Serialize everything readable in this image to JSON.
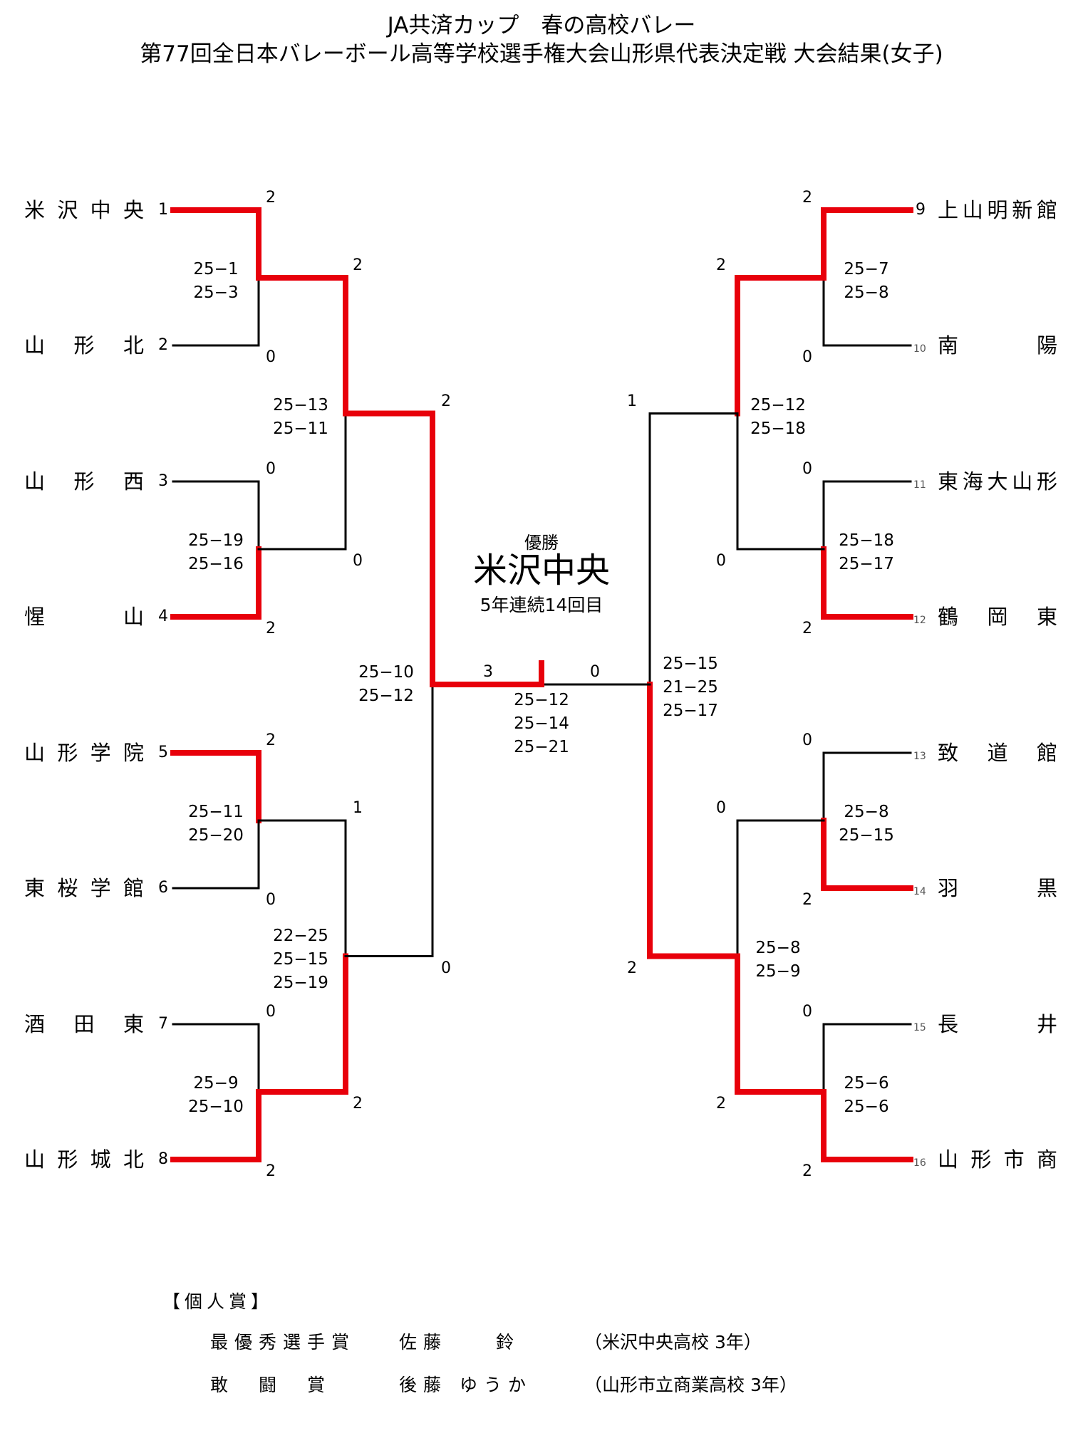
{
  "title": {
    "line1": "JA共済カップ　春の高校バレー",
    "line2": "第77回全日本バレーボール高等学校選手権大会山形県代表決定戦 大会結果(女子)"
  },
  "colors": {
    "win": "#e8000b",
    "lose": "#000000"
  },
  "teams": [
    {
      "seed": "1",
      "name": [
        "米",
        "沢",
        "中",
        "央"
      ]
    },
    {
      "seed": "2",
      "name": [
        "山",
        "形",
        "北"
      ]
    },
    {
      "seed": "3",
      "name": [
        "山",
        "形",
        "西"
      ]
    },
    {
      "seed": "4",
      "name": [
        "惺",
        "山"
      ]
    },
    {
      "seed": "5",
      "name": [
        "山",
        "形",
        "学",
        "院"
      ]
    },
    {
      "seed": "6",
      "name": [
        "東",
        "桜",
        "学",
        "館"
      ]
    },
    {
      "seed": "7",
      "name": [
        "酒",
        "田",
        "東"
      ]
    },
    {
      "seed": "8",
      "name": [
        "山",
        "形",
        "城",
        "北"
      ]
    },
    {
      "seed": "9",
      "name": [
        "上",
        "山",
        "明",
        "新",
        "館"
      ]
    },
    {
      "seed": "10",
      "name": [
        "南",
        "陽"
      ]
    },
    {
      "seed": "11",
      "name": [
        "東",
        "海",
        "大",
        "山",
        "形"
      ]
    },
    {
      "seed": "12",
      "name": [
        "鶴",
        "岡",
        "東"
      ]
    },
    {
      "seed": "13",
      "name": [
        "致",
        "道",
        "館"
      ]
    },
    {
      "seed": "14",
      "name": [
        "羽",
        "黒"
      ]
    },
    {
      "seed": "15",
      "name": [
        "長",
        "井"
      ]
    },
    {
      "seed": "16",
      "name": [
        "山",
        "形",
        "市",
        "商"
      ]
    }
  ],
  "matches": {
    "r1": [
      {
        "top_sets": "2",
        "bottom_sets": "0",
        "winner": "top",
        "scores": [
          "25−1",
          "25−3"
        ]
      },
      {
        "top_sets": "0",
        "bottom_sets": "2",
        "winner": "bottom",
        "scores": [
          "25−19",
          "25−16"
        ]
      },
      {
        "top_sets": "2",
        "bottom_sets": "0",
        "winner": "top",
        "scores": [
          "25−11",
          "25−20"
        ]
      },
      {
        "top_sets": "0",
        "bottom_sets": "2",
        "winner": "bottom",
        "scores": [
          "25−9",
          "25−10"
        ]
      },
      {
        "top_sets": "2",
        "bottom_sets": "0",
        "winner": "top",
        "scores": [
          "25−7",
          "25−8"
        ]
      },
      {
        "top_sets": "0",
        "bottom_sets": "2",
        "winner": "bottom",
        "scores": [
          "25−18",
          "25−17"
        ]
      },
      {
        "top_sets": "0",
        "bottom_sets": "2",
        "winner": "bottom",
        "scores": [
          "25−8",
          "25−15"
        ]
      },
      {
        "top_sets": "0",
        "bottom_sets": "2",
        "winner": "bottom",
        "scores": [
          "25−6",
          "25−6"
        ]
      }
    ],
    "r2": [
      {
        "top_sets": "2",
        "bottom_sets": "0",
        "winner": "top",
        "scores": [
          "25−13",
          "25−11"
        ]
      },
      {
        "top_sets": "1",
        "bottom_sets": "2",
        "winner": "bottom",
        "scores": [
          "22−25",
          "25−15",
          "25−19"
        ]
      },
      {
        "top_sets": "2",
        "bottom_sets": "0",
        "winner": "top",
        "scores": [
          "25−12",
          "25−18"
        ]
      },
      {
        "top_sets": "0",
        "bottom_sets": "2",
        "winner": "bottom",
        "scores": [
          "25−8",
          "25−9"
        ]
      }
    ],
    "semi": [
      {
        "top_sets": "2",
        "bottom_sets": "0",
        "winner": "top",
        "scores": [
          "25−10",
          "25−12"
        ]
      },
      {
        "top_sets": "1",
        "bottom_sets": "2",
        "winner": "bottom",
        "scores": [
          "25−15",
          "21−25",
          "25−17"
        ]
      }
    ],
    "final": {
      "left_sets": "3",
      "right_sets": "0",
      "winner": "left",
      "scores": [
        "25−12",
        "25−14",
        "25−21"
      ]
    }
  },
  "champion": {
    "label": "優勝",
    "name": "米沢中央",
    "note": "5年連続14回目"
  },
  "awards": {
    "heading": "【個人賞】",
    "items": [
      {
        "title": "最優秀選手賞",
        "name": "佐藤　　鈴",
        "school": "（米沢中央高校 3年）"
      },
      {
        "title": "敢　闘　賞",
        "name": "後藤 ゆうか",
        "school": "（山形市立商業高校 3年）"
      }
    ]
  }
}
